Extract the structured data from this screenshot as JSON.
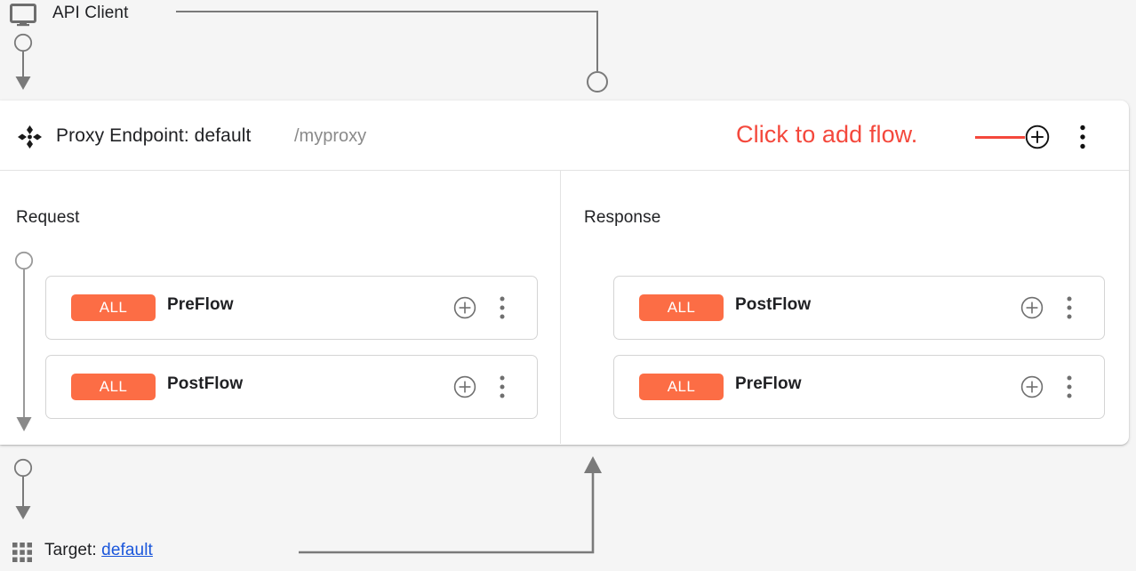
{
  "colors": {
    "background": "#f5f5f5",
    "panel": "#ffffff",
    "accent_badge": "#fc6d45",
    "annotation_red": "#f4483c",
    "link_blue": "#1a56db",
    "text_primary": "#202124",
    "text_muted": "#8a8a8a",
    "line_gray": "#7a7a7a"
  },
  "api_client": {
    "label": "API Client",
    "monitor_icon": "monitor-icon",
    "arrow_icon": "arrow-down-icon"
  },
  "proxy_endpoint": {
    "move_icon": "move-handle-icon",
    "title": "Proxy Endpoint: default",
    "basepath": "/myproxy",
    "annotation": "Click to add flow.",
    "add_icon": "plus-circle-icon",
    "menu_icon": "more-vert-icon"
  },
  "columns": [
    {
      "id": "request",
      "title": "Request",
      "direction": "down",
      "arrow_icon": "arrow-down-icon",
      "flows": [
        {
          "badge": "ALL",
          "name": "PreFlow",
          "add_icon": "plus-circle-icon",
          "menu_icon": "more-vert-icon"
        },
        {
          "badge": "ALL",
          "name": "PostFlow",
          "add_icon": "plus-circle-icon",
          "menu_icon": "more-vert-icon"
        }
      ]
    },
    {
      "id": "response",
      "title": "Response",
      "direction": "up",
      "arrow_icon": "arrow-up-icon",
      "flows": [
        {
          "badge": "ALL",
          "name": "PostFlow",
          "add_icon": "plus-circle-icon",
          "menu_icon": "more-vert-icon"
        },
        {
          "badge": "ALL",
          "name": "PreFlow",
          "add_icon": "plus-circle-icon",
          "menu_icon": "more-vert-icon"
        }
      ]
    }
  ],
  "target": {
    "grid_icon": "apps-grid-icon",
    "label_prefix": "Target: ",
    "link_label": "default",
    "arrow_icon": "arrow-down-icon"
  }
}
